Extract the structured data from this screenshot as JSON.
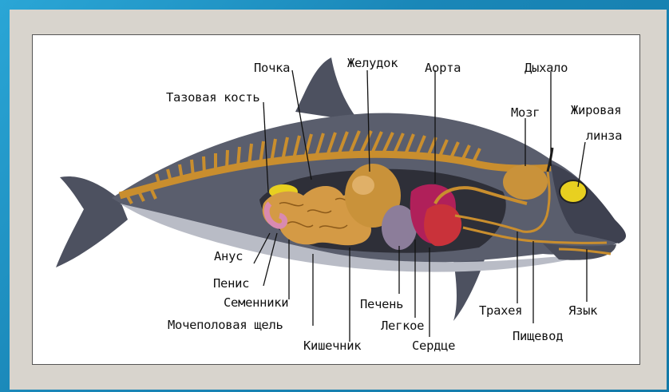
{
  "labels": {
    "pochka": "Почка",
    "zheludok": "Желудок",
    "aorta": "Аорта",
    "dykhalo": "Дыхало",
    "tazovaya_kost": "Тазовая кость",
    "mozg": "Мозг",
    "zhirovaya": "Жировая",
    "linza": "линза",
    "anus": "Анус",
    "penis": "Пенис",
    "semenniki": "Семенники",
    "mochepolovaya": "Мочеполовая щель",
    "kishechnik": "Кишечник",
    "pechen": "Печень",
    "legkoe": "Легкое",
    "serdtse": "Сердце",
    "trakheya": "Трахея",
    "pishchevod": "Пищевод",
    "yazyk": "Язык"
  },
  "colors": {
    "background": "#1c8fbf",
    "panel": "#d8d4cd",
    "card": "#ffffff",
    "body_dark": "#4d5160",
    "body_mid": "#7d8190",
    "belly": "#b9bcc6",
    "spine": "#c98e2e",
    "organs": "#c9923a",
    "heart": "#c9323a",
    "lung": "#b0205a",
    "liver": "#8c7d9a",
    "kidney": "#e8d020"
  }
}
